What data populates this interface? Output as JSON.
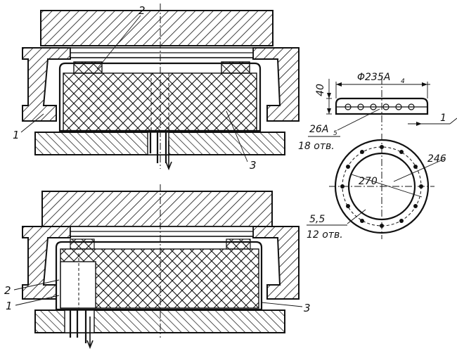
{
  "labels": {
    "top_2": "2",
    "top_1": "1",
    "top_3": "3",
    "bot_2": "2",
    "bot_1": "1",
    "bot_3": "3"
  },
  "dimensions": {
    "height_40": "40",
    "diameter": "Φ235A",
    "diameter_sub": "4",
    "wall_1": "1",
    "hole_26": "26A",
    "hole_26_sub": "5",
    "holes_18": "18 отв.",
    "circle_270": "270",
    "circle_246": "246",
    "small_55": "5,5",
    "holes_12": "12 отв."
  }
}
